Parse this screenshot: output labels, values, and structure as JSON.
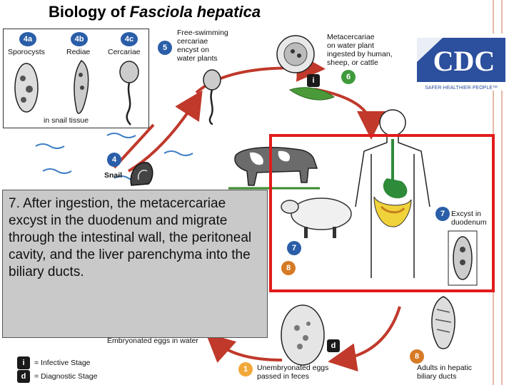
{
  "title": {
    "prefix": "Biology of ",
    "species": "Fasciola hepatica"
  },
  "logo": {
    "text": "CDC",
    "tagline": "SAFER·HEALTHIER·PEOPLE™"
  },
  "stages": {
    "s4a": {
      "num": "4a",
      "label": "Sporocysts"
    },
    "s4b": {
      "num": "4b",
      "label": "Rediae"
    },
    "s4c": {
      "num": "4c",
      "label": "Cercariae"
    },
    "in_snail": "in snail tissue",
    "s5": {
      "num": "5",
      "lines": [
        "Free-swimming",
        "cercariae",
        "encyst on",
        "water plants"
      ]
    },
    "s6": {
      "num": "6",
      "lines": [
        "Metacercariae",
        "on water plant",
        "ingested by human,",
        "sheep, or cattle"
      ]
    },
    "s4": {
      "num": "4",
      "label": "Snail"
    },
    "s7": {
      "num": "7",
      "lines": [
        "Excyst in",
        "duodenum"
      ]
    },
    "s7b": {
      "num": "7"
    },
    "s8": {
      "num": "8"
    },
    "s8b": {
      "num": "8",
      "lines": [
        "Adults in hepatic",
        "biliary ducts"
      ]
    },
    "s1": {
      "num": "1",
      "lines": [
        "Unembryonated eggs",
        "passed in feces"
      ]
    },
    "embryonated": "Embryonated eggs in water",
    "i_marker": "i",
    "d_marker": "d"
  },
  "legend": {
    "infective": {
      "marker": "i",
      "label": "= Infective Stage"
    },
    "diagnostic": {
      "marker": "d",
      "label": "= Diagnostic Stage"
    }
  },
  "caption": "7. After ingestion, the metacercariae excyst in the duodenum and migrate through the intestinal wall, the peritoneal cavity, and the liver parenchyma into the biliary ducts."
}
